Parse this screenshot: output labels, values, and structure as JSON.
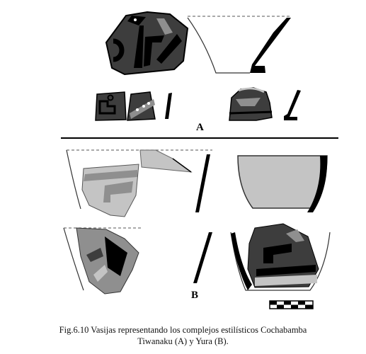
{
  "sections": {
    "a_label": "A",
    "b_label": "B"
  },
  "caption": {
    "line1": "Fig.6.10 Vasijas representando los complejos estilísticos Cochabamba",
    "line2": "Tiwanaku (A)  y Yura (B)."
  },
  "colors": {
    "dark_slip": "#3d3d3d",
    "medium_slip": "#8f8f8f",
    "light_slip": "#c4c4c4",
    "black": "#000000"
  }
}
